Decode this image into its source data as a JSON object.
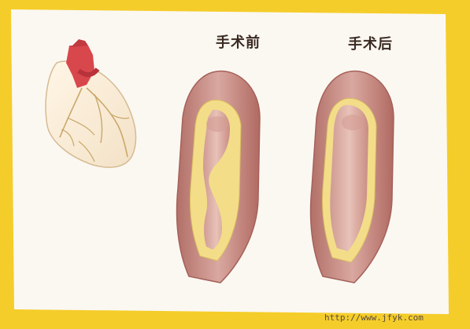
{
  "labels": {
    "before": "手术前",
    "after": "手术后"
  },
  "watermark": "http://www.jfyk.com",
  "colors": {
    "frame": "#f5cd2a",
    "card": "#fbf8f2",
    "vessel_wall": "#c98f87",
    "vessel_inner": "#e7c1b6",
    "plaque": "#f4e190",
    "heart_red": "#d8474c"
  }
}
